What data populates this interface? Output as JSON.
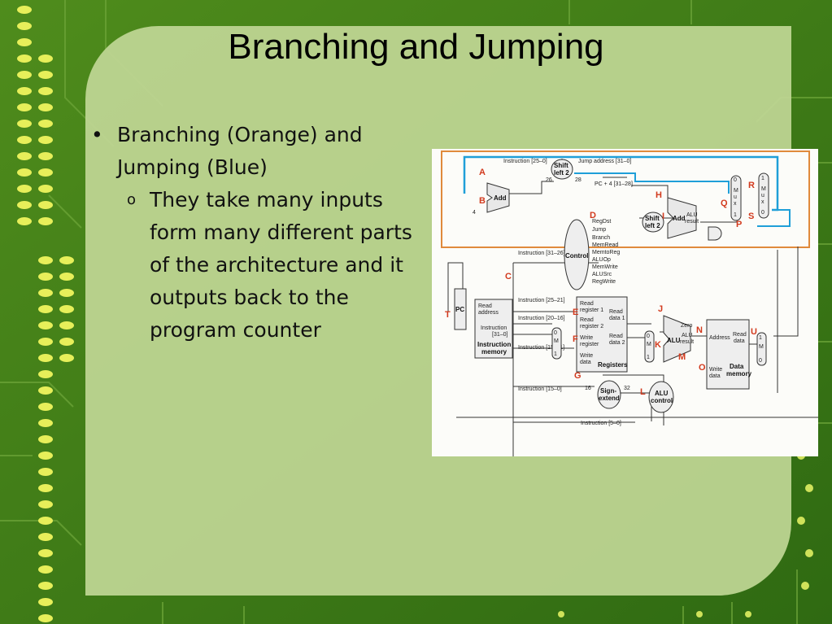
{
  "slide": {
    "title": "Branching and Jumping",
    "bullet1": "Branching (Orange) and Jumping (Blue)",
    "bullet2": "They take many inputs form many different parts of the architecture and it outputs back to the program counter",
    "bullet1_marker": "•",
    "bullet2_marker": "o"
  },
  "colors": {
    "background": "#3f7a18",
    "panel": "#bfd694",
    "branch_orange": "#e08a3c",
    "jump_blue": "#1f9fd8",
    "label_red": "#d23a1e"
  },
  "diagram": {
    "labels": {
      "instr_25_0": "Instruction [25–0]",
      "jump_addr": "Jump address [31–0]",
      "shift_left_2a": "Shift",
      "shift_left_2b": "left 2",
      "n26": "26",
      "n28": "28",
      "pc4": "PC + 4 [31–28]",
      "add": "Add",
      "add_result": "Add",
      "alu_result_top": "ALU",
      "result": "result",
      "four": "4",
      "regdst": "RegDst",
      "jump": "Jump",
      "branch": "Branch",
      "memread": "MemRead",
      "memtoreg": "MemtoReg",
      "aluop": "ALUOp",
      "memwrite": "MemWrite",
      "alusrc": "ALUSrc",
      "regwrite": "RegWrite",
      "control": "Control",
      "instr_31_26": "Instruction [31–26]",
      "instr_25_21": "Instruction [25–21]",
      "instr_20_16": "Instruction [20–16]",
      "instr_15_11": "Instruction [15–11]",
      "instr_15_0": "Instruction [15–0]",
      "instr_5_0": "Instruction [5–0]",
      "pc": "PC",
      "read_address": "Read",
      "read_address2": "address",
      "instruction": "Instruction",
      "instr_31_0": "[31–0]",
      "instruction_memory": "Instruction",
      "instruction_memory2": "memory",
      "read_reg1": "Read",
      "read_reg1b": "register 1",
      "read_reg2": "Read",
      "read_reg2b": "register 2",
      "write_reg": "Write",
      "write_regb": "register",
      "write_data": "Write",
      "write_datab": "data",
      "read_data1": "Read",
      "read_data1b": "data 1",
      "read_data2": "Read",
      "read_data2b": "data 2",
      "registers": "Registers",
      "zero": "Zero",
      "alu": "ALU",
      "alu_result": "ALU",
      "alu_result2": "result",
      "address": "Address",
      "read_data": "Read",
      "read_datab": "data",
      "data_write": "Write",
      "data_writeb": "data",
      "data_memory": "Data",
      "data_memory2": "memory",
      "sign_extend": "Sign-",
      "sign_extend2": "extend",
      "n16": "16",
      "n32": "32",
      "alu_control": "ALU",
      "alu_control2": "control",
      "mux_m": "M",
      "mux_u": "u",
      "mux_x": "x",
      "zero_d": "0",
      "one_d": "1"
    },
    "red_letters": [
      "A",
      "B",
      "C",
      "D",
      "E",
      "F",
      "G",
      "H",
      "I",
      "J",
      "K",
      "L",
      "M",
      "N",
      "O",
      "P",
      "Q",
      "R",
      "S",
      "T",
      "U"
    ]
  }
}
